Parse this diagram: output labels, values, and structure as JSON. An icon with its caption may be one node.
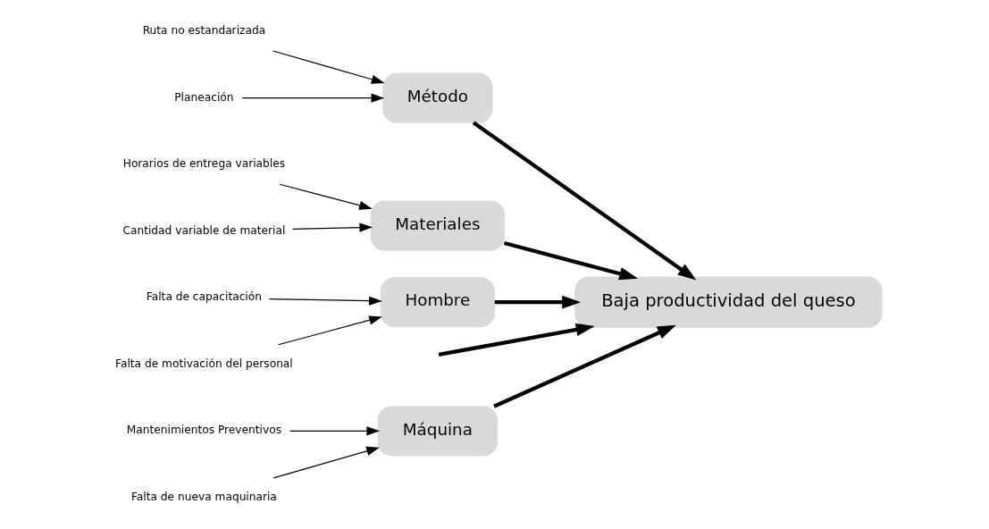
{
  "diagram": {
    "nodes": [
      {
        "text": [
          "Máquina"
        ]
      },
      {
        "text": [
          "Método"
        ]
      },
      {
        "text": [
          "Baja productividad del queso"
        ]
      },
      {
        "text": [
          "Mantenimientos Preventivos"
        ]
      },
      {
        "text": [
          "Falta de nueva maquinaria"
        ]
      },
      {
        "text": [
          "Ruta no estandarizada"
        ]
      },
      {
        "text": [
          "Planeación"
        ]
      },
      {
        "text": [
          "Horarios de entrega variables"
        ]
      },
      {
        "text": [
          "Cantidad variable de material"
        ]
      },
      {
        "text": [
          "Falta de capacitación"
        ]
      },
      {
        "text": [
          "Falta de motivación del personal"
        ]
      },
      {
        "text": [
          "Materiales"
        ]
      },
      {
        "text": [
          "Hombre"
        ]
      }
    ],
    "edges": [
      {
        "from": null,
        "to": 2,
        "arrow": "to",
        "style": "thick"
      },
      {
        "from": 0,
        "to": 2,
        "arrow": "to",
        "style": "thick"
      },
      {
        "from": 1,
        "to": 2,
        "arrow": "to",
        "style": "thick"
      },
      {
        "from": 11,
        "to": 2,
        "arrow": "to",
        "style": "thick"
      },
      {
        "from": 12,
        "to": 2,
        "arrow": "to",
        "style": "thick"
      },
      {
        "from": 3,
        "to": 0,
        "arrow": "to"
      },
      {
        "from": 4,
        "to": 0,
        "arrow": "to"
      },
      {
        "from": 5,
        "to": 1,
        "arrow": "to"
      },
      {
        "from": 6,
        "to": 1,
        "arrow": "to"
      },
      {
        "from": 7,
        "to": 11,
        "arrow": "to"
      },
      {
        "from": 8,
        "to": 11,
        "arrow": "to"
      },
      {
        "from": 9,
        "to": 12,
        "arrow": "to"
      },
      {
        "from": 10,
        "to": 12,
        "arrow": "to"
      }
    ]
  }
}
